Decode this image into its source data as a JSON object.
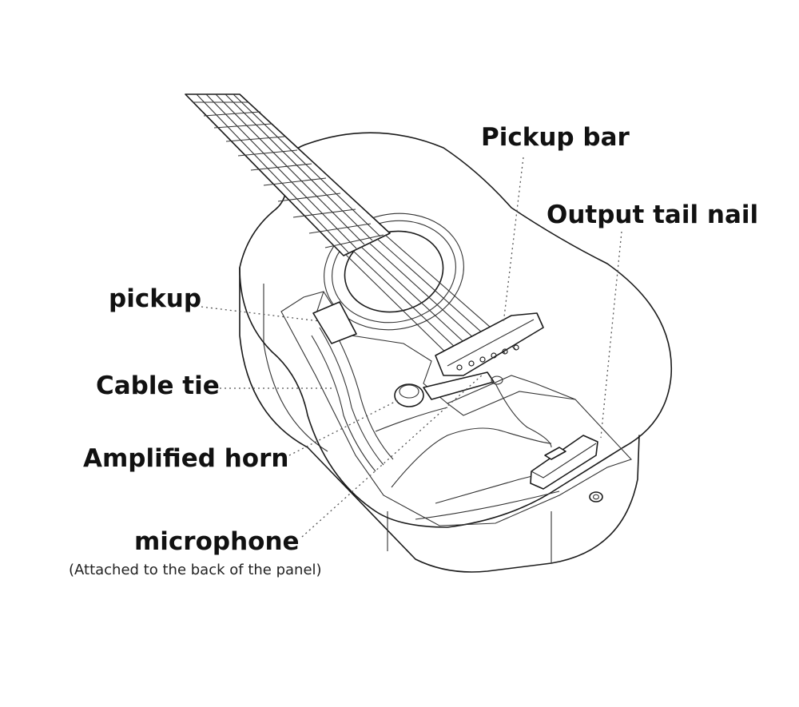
{
  "labels": {
    "pickup_bar": "Pickup bar",
    "output_tail_nail": "Output tail nail",
    "pickup": "pickup",
    "cable_tie": "Cable tie",
    "amplified_horn": "Amplified horn",
    "microphone": "microphone",
    "microphone_note": "(Attached to the back of the panel)"
  }
}
